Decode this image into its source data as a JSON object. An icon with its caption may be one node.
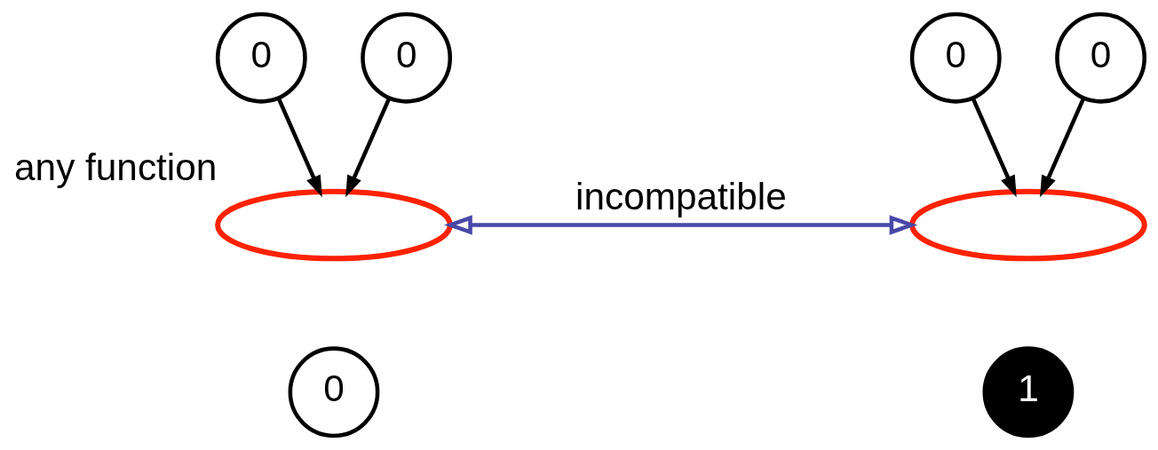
{
  "diagram": {
    "nodes": [
      {
        "text": [
          "0"
        ]
      },
      {
        "text": [
          "0"
        ]
      },
      {
        "text": [],
        "shape": "ellipse",
        "beside": [
          "any function"
        ]
      },
      {
        "text": [
          "0"
        ]
      },
      {
        "text": [
          "0"
        ]
      },
      {
        "text": [
          "0"
        ]
      },
      {
        "text": [],
        "shape": "ellipse"
      },
      {
        "text": [
          "1"
        ]
      }
    ],
    "edges": [
      {
        "from": 0,
        "to": 2,
        "arrow": "to"
      },
      {
        "from": 1,
        "to": 2,
        "arrow": "to"
      },
      {
        "from": 4,
        "to": 6,
        "arrow": "to"
      },
      {
        "from": 5,
        "to": 6,
        "arrow": "to"
      },
      {
        "from": 2,
        "to": 6,
        "arrow": "both",
        "label": "incompatible",
        "color": "#4848a8"
      }
    ]
  }
}
